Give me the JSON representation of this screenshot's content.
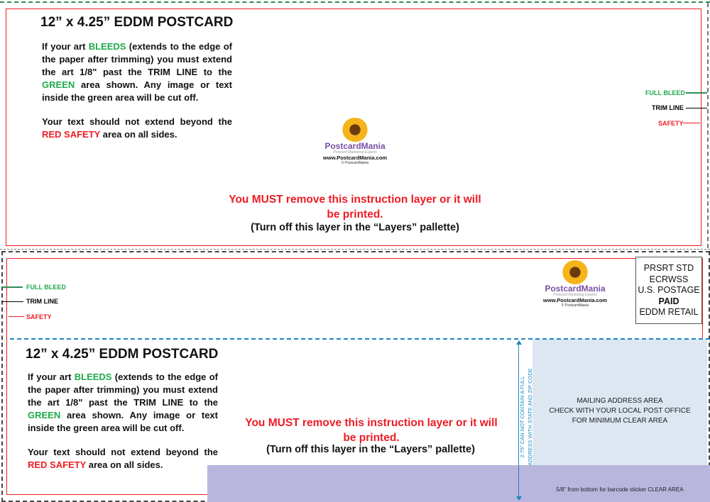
{
  "front": {
    "title": "12” x 4.25” EDDM POSTCARD",
    "para1": {
      "a": "If your art ",
      "b": "BLEEDS",
      "c": " (extends to the edge of the paper after trimming) you must extend the art 1/8\" past the TRIM LINE to the ",
      "d": "GREEN",
      "e": " area shown. Any image or text inside the green area will be cut off."
    },
    "para2": {
      "a": "Your text should not extend beyond the ",
      "b": "RED SAFETY",
      "c": " area on all sides."
    },
    "warning": "You MUST remove this instruction layer or it will be printed.",
    "turn_off": "(Turn off this layer in the “Layers” pallette)",
    "labels": {
      "full_bleed": "FULL BLEED",
      "trim_line": "TRIM LINE",
      "safety": "SAFETY"
    }
  },
  "logo": {
    "brand": "PostcardMania",
    "tagline": "Postcard Marketing Experts",
    "url": "www.PostcardMania.com",
    "copyright": "© PostcardMania"
  },
  "back": {
    "title": "12” x 4.25” EDDM POSTCARD",
    "labels": {
      "full_bleed": "FULL BLEED",
      "trim_line": "TRIM LINE",
      "safety": "SAFETY"
    },
    "postage": [
      "PRSRT STD",
      "ECRWSS",
      "U.S. POSTAGE",
      "PAID",
      "EDDM RETAIL"
    ],
    "vertical_note": [
      "2.75” CAN NOT CONTAIN A FULL",
      "ADDRESS WITH STATE AND ZIP CODE"
    ],
    "mailing": [
      "MAILING ADDRESS AREA",
      "CHECK WITH YOUR LOCAL POST OFFICE",
      "FOR MINIMUM CLEAR AREA"
    ],
    "barcode": "5/8”  from bottom for barcode sticker CLEAR AREA"
  },
  "colors": {
    "bleed": "#1faa4a",
    "safety": "#ed1c24",
    "guide": "#1a86c0",
    "mail_area": "#dde7f1",
    "barcode_area": "#b8b6dc"
  }
}
